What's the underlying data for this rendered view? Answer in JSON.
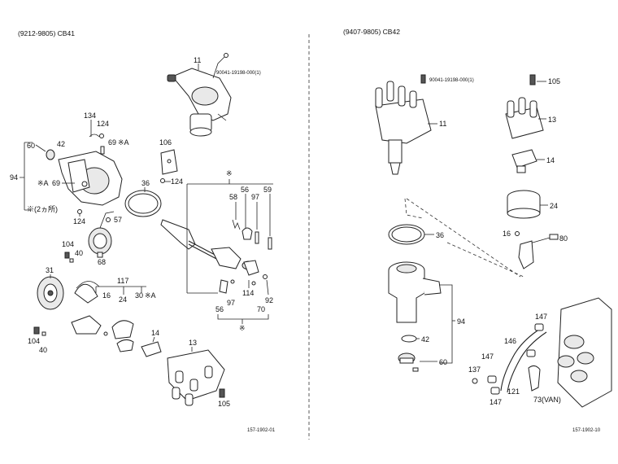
{
  "left_panel": {
    "header": "(9212-9805) CB41",
    "drawing_number": "157-1902-01",
    "part_numbers": {
      "p11": "11",
      "p11_ref": "90041-19198-000(1)",
      "p134": "134",
      "p124a": "124",
      "p69a": "69",
      "p69a_mark": "※A",
      "p60": "60",
      "p42": "42",
      "p106": "106",
      "p94": "94",
      "p69b_mark": "※A",
      "p69b": "69",
      "p124b": "124",
      "p36": "36",
      "p_star_top": "※",
      "p58": "58",
      "p56a": "56",
      "p97a": "97",
      "p59": "59",
      "p_2places": "※(2ヵ所)",
      "p124c": "124",
      "p57": "57",
      "p104a": "104",
      "p40a": "40",
      "p68": "68",
      "p31": "31",
      "p117": "117",
      "p16": "16",
      "p24": "24",
      "p30": "30",
      "p30_mark": "※A",
      "p114": "114",
      "p92": "92",
      "p56b": "56",
      "p97b": "97",
      "p70": "70",
      "p_star_bottom": "※",
      "p104b": "104",
      "p40b": "40",
      "p14": "14",
      "p13": "13",
      "p105": "105"
    }
  },
  "right_panel": {
    "header": "(9407-9805) CB42",
    "drawing_number": "157-1902-10",
    "part_numbers": {
      "p_ref": "90041-19198-000(1)",
      "p11": "11",
      "p105": "105",
      "p13": "13",
      "p14": "14",
      "p24": "24",
      "p16": "16",
      "p80": "80",
      "p36": "36",
      "p94": "94",
      "p42": "42",
      "p60": "60",
      "p147a": "147",
      "p146": "146",
      "p147b": "147",
      "p137": "137",
      "p121": "121",
      "p147c": "147",
      "p73": "73(VAN)"
    }
  }
}
